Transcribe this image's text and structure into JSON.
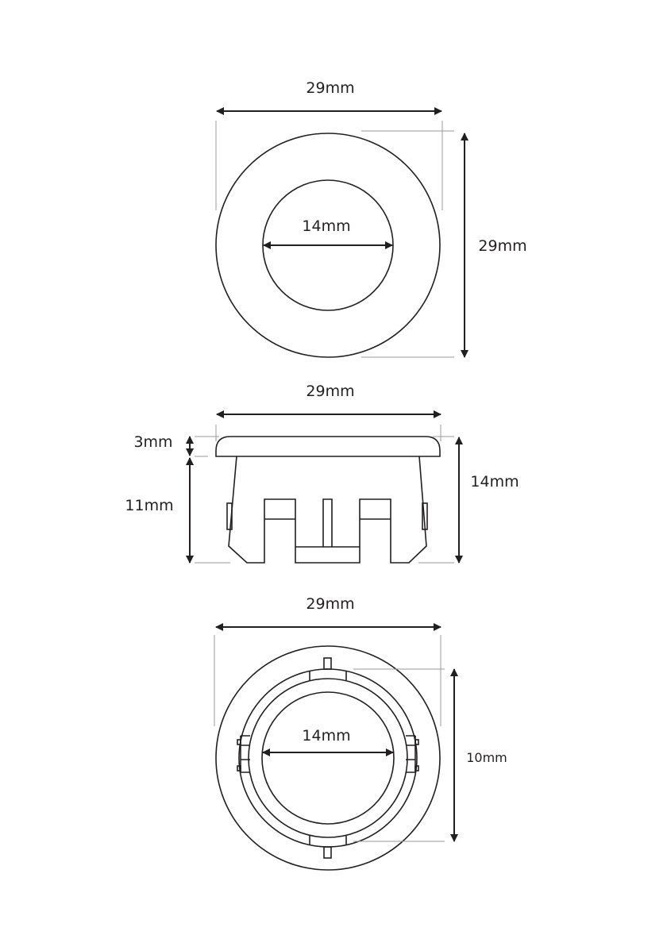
{
  "top_view": {
    "width_label": "29mm",
    "height_label": "29mm",
    "inner_label": "14mm"
  },
  "side_view": {
    "width_label": "29mm",
    "cap_label": "3mm",
    "body_label": "11mm",
    "total_height_label": "14mm"
  },
  "bottom_view": {
    "width_label": "29mm",
    "inner_label": "14mm",
    "height_label": "10mm"
  },
  "colors": {
    "line": "#231f20",
    "extension_line": "#9a9a9a"
  }
}
